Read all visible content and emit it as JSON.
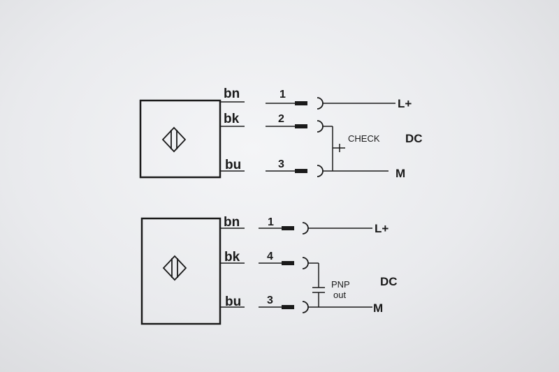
{
  "diagram_top": {
    "wires": [
      {
        "color_code": "bn",
        "pin": "1",
        "terminal": "L+"
      },
      {
        "color_code": "bk",
        "pin": "2",
        "terminal": ""
      },
      {
        "color_code": "bu",
        "pin": "3",
        "terminal": "M"
      }
    ],
    "switch_label": "CHECK",
    "supply_label": "DC"
  },
  "diagram_bottom": {
    "wires": [
      {
        "color_code": "bn",
        "pin": "1",
        "terminal": "L+"
      },
      {
        "color_code": "bk",
        "pin": "4",
        "terminal": ""
      },
      {
        "color_code": "bu",
        "pin": "3",
        "terminal": "M"
      }
    ],
    "output_label_line1": "PNP",
    "output_label_line2": "out",
    "supply_label": "DC"
  },
  "colors": {
    "ink": "#1a1a1a",
    "paper": "#eceef1"
  }
}
